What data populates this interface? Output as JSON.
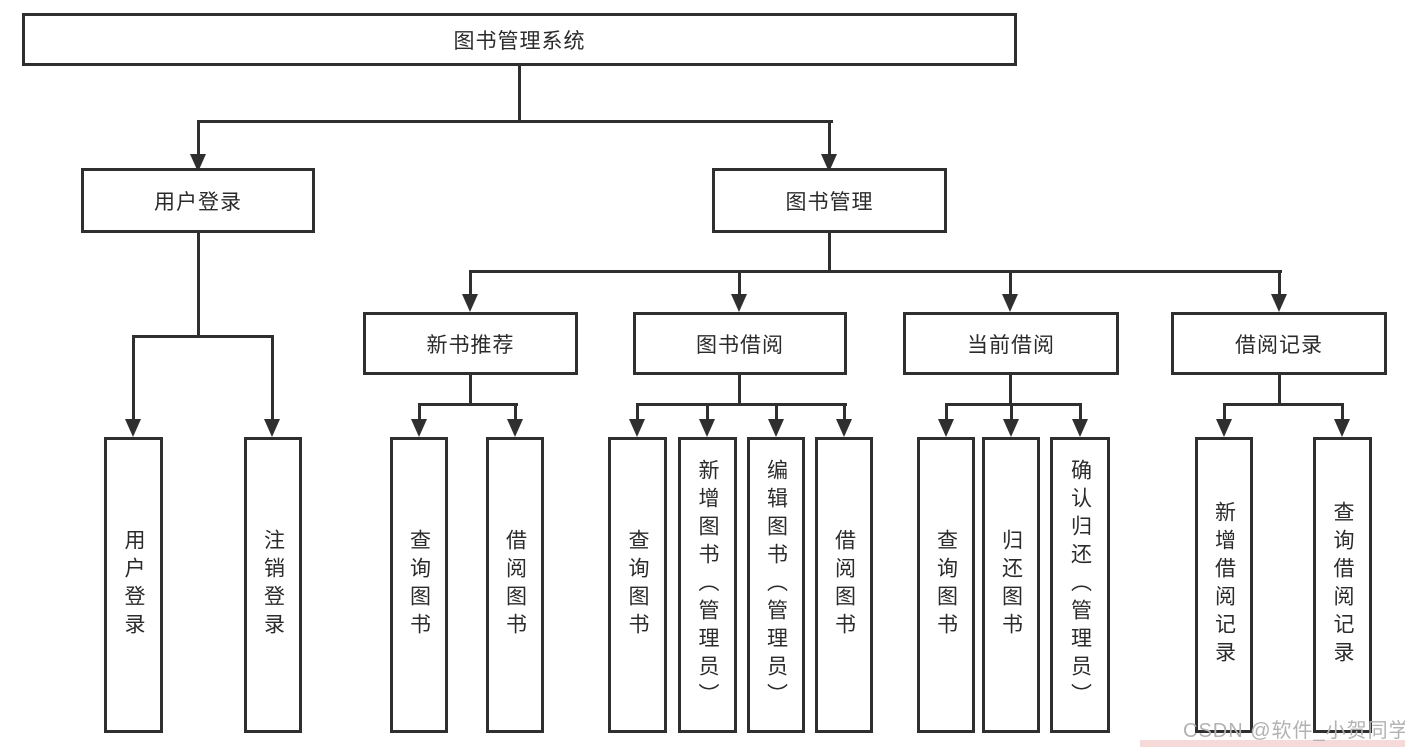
{
  "diagram": {
    "root": {
      "label": "图书管理系统"
    },
    "branches": [
      {
        "label": "用户登录",
        "children": [
          {
            "label": "用户登录"
          },
          {
            "label": "注销登录"
          }
        ]
      },
      {
        "label": "图书管理",
        "children": [
          {
            "label": "新书推荐",
            "children": [
              {
                "label": "查询图书"
              },
              {
                "label": "借阅图书"
              }
            ]
          },
          {
            "label": "图书借阅",
            "children": [
              {
                "label": "查询图书"
              },
              {
                "label": "新增图书（管理员）"
              },
              {
                "label": "编辑图书（管理员）"
              },
              {
                "label": "借阅图书"
              }
            ]
          },
          {
            "label": "当前借阅",
            "children": [
              {
                "label": "查询图书"
              },
              {
                "label": "归还图书"
              },
              {
                "label": "确认归还（管理员）"
              }
            ]
          },
          {
            "label": "借阅记录",
            "children": [
              {
                "label": "新增借阅记录"
              },
              {
                "label": "查询借阅记录"
              }
            ]
          }
        ]
      }
    ],
    "watermark": "CSDN @软件_小贺同学",
    "colors": {
      "line": "#2f2f2f",
      "text": "#2b2b2b",
      "watermark": "#b2b2b2",
      "watermark_strip": "#f6dada",
      "background": "#ffffff"
    }
  }
}
